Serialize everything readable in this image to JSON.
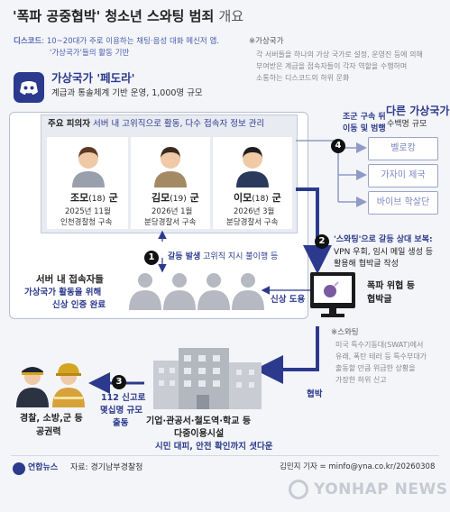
{
  "title": {
    "part_bold": "'폭파 공중협박' 청소년 스와팅 범죄",
    "part_light": "개요"
  },
  "discord_note": {
    "label": "디스코드",
    "line1": ": 10~20대가 주로 이용하는 채팅·음성 대화 메신저 앱.",
    "line2": "'가상국가'들의 활동 기반"
  },
  "virtual_state_note": {
    "heading": "※가상국가",
    "lines": [
      "각 서버들을 하나의 가상 국가로 설정, 운영진 등에 의해",
      "부여받은 계급을 접속자들이 각자 역할을 수행하며",
      "소통하는 디스코드의 하위 문화"
    ]
  },
  "main_state": {
    "name": "가상국가 '페도라'",
    "desc": "계급과 통솔체계 기반 운영, 1,000명 규모"
  },
  "victims_box": {
    "heading_bold": "주요 피의자",
    "heading_rest": "서버 내 고위직으로 활동, 다수 접속자 정보 관리",
    "persons": [
      {
        "name": "조모",
        "age": "(18)",
        "suffix": "군",
        "line1": "2025년 11월",
        "line2": "인천경찰청 구속"
      },
      {
        "name": "김모",
        "age": "(19)",
        "suffix": "군",
        "line1": "2026년 1월",
        "line2": "분당경찰서 구속"
      },
      {
        "name": "이모",
        "age": "(18)",
        "suffix": "군",
        "line1": "2026년 3월",
        "line2": "분당경찰서 구속"
      }
    ]
  },
  "other_states": {
    "arrest_label_1": "조군 구속 뒤",
    "arrest_label_2": "이동 및 범행",
    "heading": "다른 가상국가",
    "sub": "수백명 규모",
    "items": [
      "벨로캉",
      "가자미 제국",
      "바이브 학살단"
    ]
  },
  "step1": {
    "num": "1",
    "text_bold": "갈등 발생",
    "text_rest": "고위직 지시 불이행 등"
  },
  "members": {
    "title": "서버 내 접속자들",
    "desc1": "가상국가 활동을 위해",
    "desc2": "신상 인증 완료"
  },
  "step2": {
    "num": "2",
    "title": "'스와팅'으로 갈등 상대 보복:",
    "line1": "VPN 우회, 임시 메일 생성 등",
    "line2": "활용해 협박글 작성"
  },
  "leak_label": "신상 도용",
  "threat_post": {
    "line1": "폭파 위협 등",
    "line2": "협박글"
  },
  "swat_note": {
    "heading": "※스와팅",
    "lines": [
      "미국 특수기동대(SWAT)에서",
      "유래, 폭탄 테러 등 특수부대가",
      "출동할 만큼 위급한 상황을",
      "가장한 허위 신고"
    ]
  },
  "threat_label": "협박",
  "step3": {
    "num": "3",
    "line1": "112 신고로",
    "line2": "몇십명 규모",
    "line3": "출동"
  },
  "responders": {
    "line1": "경찰, 소방,군 등",
    "line2": "공권력"
  },
  "facilities": {
    "line1": "기업·관공서·철도역·학교 등",
    "line2": "다중이용시설",
    "line3": "시민 대피, 안전 확인까지 셧다운"
  },
  "footer": {
    "logo": "연합뉴스",
    "source": "자료: 경기남부경찰청",
    "credit": "김민지 기자 = minfo@yna.co.kr/20260308"
  },
  "watermark": "YONHAP NEWS",
  "colors": {
    "navy": "#2b3a8c",
    "light_blue": "#7a87bd",
    "bg": "#f4f5f8"
  }
}
